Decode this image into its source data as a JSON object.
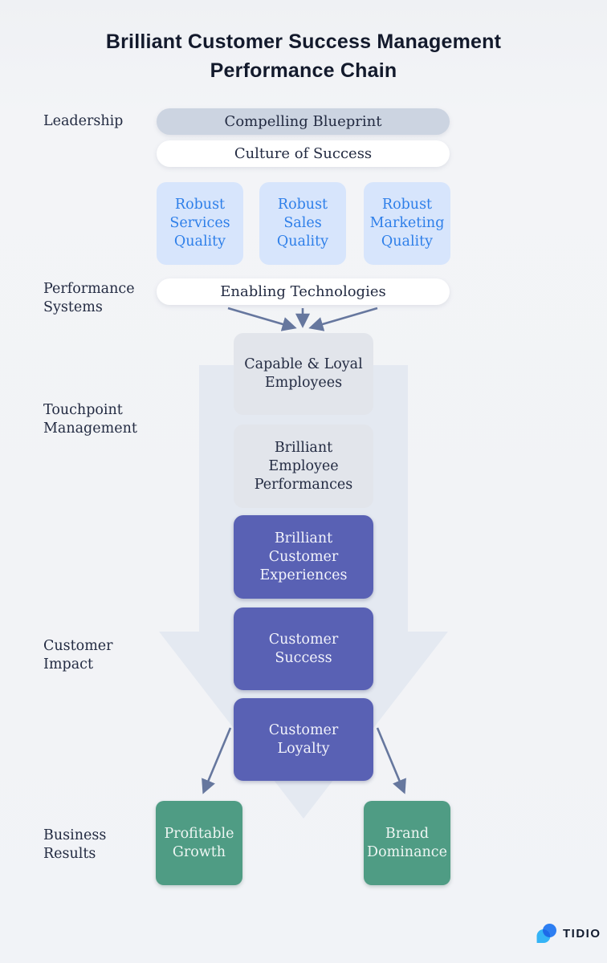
{
  "title": "Brilliant Customer Success Management\nPerformance Chain",
  "row_labels": {
    "leadership": "Leadership",
    "performance_systems": "Performance\nSystems",
    "touchpoint_management": "Touchpoint\nManagement",
    "customer_impact": "Customer\nImpact",
    "business_results": "Business\nResults"
  },
  "nodes": {
    "compelling_blueprint": "Compelling Blueprint",
    "culture_of_success": "Culture of Success",
    "robust_services_quality": "Robust\nServices\nQuality",
    "robust_sales_quality": "Robust\nSales\nQuality",
    "robust_marketing_quality": "Robust\nMarketing\nQuality",
    "enabling_technologies": "Enabling Technologies",
    "capable_loyal_employees": "Capable & Loyal\nEmployees",
    "brilliant_employee_performances": "Brilliant\nEmployee\nPerformances",
    "brilliant_customer_experiences": "Brilliant\nCustomer\nExperiences",
    "customer_success": "Customer\nSuccess",
    "customer_loyalty": "Customer\nLoyalty",
    "profitable_growth": "Profitable\nGrowth",
    "brand_dominance": "Brand\nDominance"
  },
  "logo": {
    "brand": "TIDIO"
  },
  "colors": {
    "page-bg": "#f2f3f6",
    "bg-arrow": "#e4e9f1",
    "pill-gray": "#ccd4e1",
    "pill-white": "#ffffff",
    "box-light-blue": "#d7e5fc",
    "text-blue": "#2e7fe9",
    "box-gray": "#e2e5eb",
    "box-purple": "#5961b4",
    "box-green": "#4f9c84",
    "text-dark": "#232b42",
    "title-color": "#131a2c",
    "connector": "#66779e",
    "logo-dark-blue": "#2d7ef2",
    "logo-light-blue": "#35b4f6",
    "logo-overlap-blue": "#1d6ae8",
    "logo-text": "#101a2e"
  }
}
